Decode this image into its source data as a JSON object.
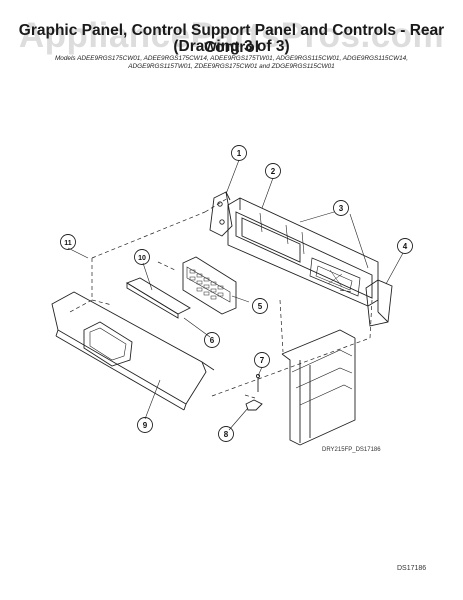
{
  "header": {
    "title_line1": "Graphic Panel, Control Support Panel and Controls - Rear Control",
    "title_line2": "(Drawing 3 of 3)",
    "models_line1": "Models ADEE9RGS175CW01, ADEE9RGS175CW14, ADEE9RGS175TW01, ADGE9RGS115CW01, ADGE9RGS115CW14,",
    "models_line2": "ADGE9RGS115TW01, ZDEE9RGS175CW01 and ZDGE9RGS115CW01"
  },
  "watermark": "AppliancePartsPros.com",
  "figure_code": "DRY215FP_DS17186",
  "doc_id": "DS17186",
  "callouts": [
    "1",
    "2",
    "3",
    "4",
    "5",
    "6",
    "7",
    "8",
    "9",
    "10",
    "11"
  ]
}
